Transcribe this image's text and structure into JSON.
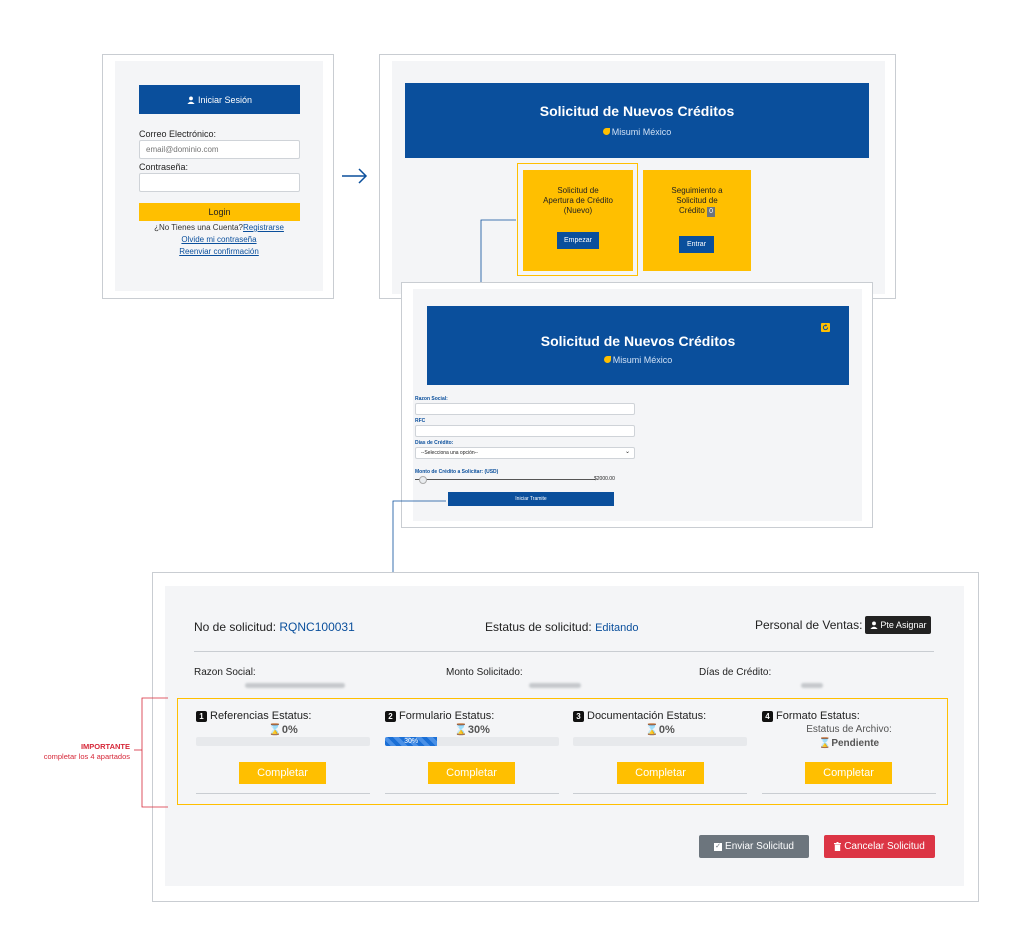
{
  "login": {
    "header": "Iniciar Sesión",
    "email_label": "Correo Electrónico:",
    "email_placeholder": "email@dominio.com",
    "password_label": "Contraseña:",
    "login_button": "Login",
    "no_account": "¿No Tienes una Cuenta?",
    "register_link": "Registrarse",
    "forgot_link": "Olvide mi contraseña",
    "resend_link": "Reenviar confirmación"
  },
  "selection": {
    "title": "Solicitud de Nuevos Créditos",
    "subtitle": "Misumi México",
    "card1_text": "Solicitud de Apertura de Crédito (Nuevo)",
    "card1_button": "Empezar",
    "card2_text": "Seguimiento a Solicitud de Crédito",
    "card2_badge": "0",
    "card2_button": "Entrar"
  },
  "form": {
    "title": "Solicitud de Nuevos Créditos",
    "subtitle": "Misumi México",
    "razon_label": "Razon Social:",
    "rfc_label": "RFC",
    "dias_label": "Días de Crédito:",
    "dias_selected": "--Selecciona una opción--",
    "monto_label": "Monto de Crédito a Solicitar: (USD)",
    "monto_value": "$2000.00",
    "submit_button": "Iniciar Tramite"
  },
  "status": {
    "no_label": "No de solicitud:",
    "no_value": "RQNC100031",
    "estatus_label": "Estatus de solicitud:",
    "estatus_value": "Editando",
    "ventas_label": "Personal de Ventas:",
    "ventas_badge": "Pte Asignar",
    "razon_label": "Razon Social:",
    "monto_label": "Monto Solicitado:",
    "dias_label": "Días de Crédito:",
    "sections": [
      {
        "num": "1",
        "title": "Referencias Estatus:",
        "pct": "0%",
        "progress": 0,
        "button": "Completar"
      },
      {
        "num": "2",
        "title": "Formulario Estatus:",
        "pct": "30%",
        "progress": 30,
        "bar_label": "30%",
        "button": "Completar"
      },
      {
        "num": "3",
        "title": "Documentación Estatus:",
        "pct": "0%",
        "progress": 0,
        "button": "Completar"
      },
      {
        "num": "4",
        "title": "Formato Estatus:",
        "sub": "Estatus de Archivo:",
        "pct": "Pendiente",
        "button": "Completar"
      }
    ],
    "send_button": "Enviar Solicitud",
    "cancel_button": "Cancelar Solicitud"
  },
  "annotation": {
    "title": "IMPORTANTE",
    "text": "completar los 4 apartados"
  },
  "colors": {
    "brand_blue": "#0a4f9c",
    "accent_yellow": "#ffbf00",
    "danger_red": "#dc3545",
    "neutral_gray": "#6c757d"
  }
}
